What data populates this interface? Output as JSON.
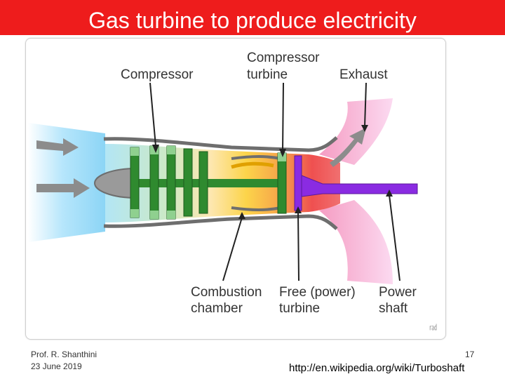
{
  "slide": {
    "title": "Gas turbine to produce electricity"
  },
  "diagram": {
    "labels": {
      "compressor": "Compressor",
      "compressor_turbine_line1": "Compressor",
      "compressor_turbine_line2": "turbine",
      "exhaust": "Exhaust",
      "combustion_line1": "Combustion",
      "combustion_line2": "chamber",
      "free_turbine_line1": "Free (power)",
      "free_turbine_line2": "turbine",
      "power_shaft_line1": "Power",
      "power_shaft_line2": "shaft"
    },
    "watermark": "㎭",
    "colors": {
      "intake": "#9fdcf7",
      "compressor": "#2f8a2f",
      "combustion": "#f6c81e",
      "hot_gas": "#ef5a5a",
      "exhaust": "#f3a0d6",
      "power_shaft": "#8a2be2",
      "casing": "#6e6e6e"
    }
  },
  "footer": {
    "author": "Prof. R. Shanthini",
    "date": "23 June 2019",
    "page_number": "17",
    "source_url": "http://en.wikipedia.org/wiki/Turboshaft"
  }
}
